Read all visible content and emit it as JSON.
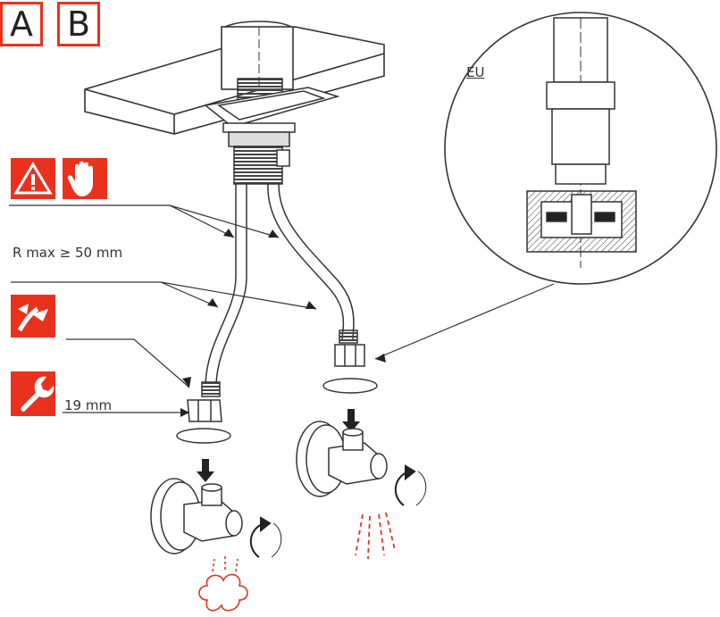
{
  "badges": {
    "a": "A",
    "b": "B"
  },
  "labels": {
    "radius": "R max ≥ 50 mm",
    "wrench_size": "19 mm",
    "region": "EU"
  },
  "icons": [
    "warning-icon",
    "hand-stop-icon",
    "hose-bend-icon",
    "wrench-icon",
    "rotate-arrow-icon",
    "steam-cloud-icon",
    "water-spray-icon"
  ],
  "colors": {
    "accent": "#e8321e",
    "line": "#333333"
  }
}
